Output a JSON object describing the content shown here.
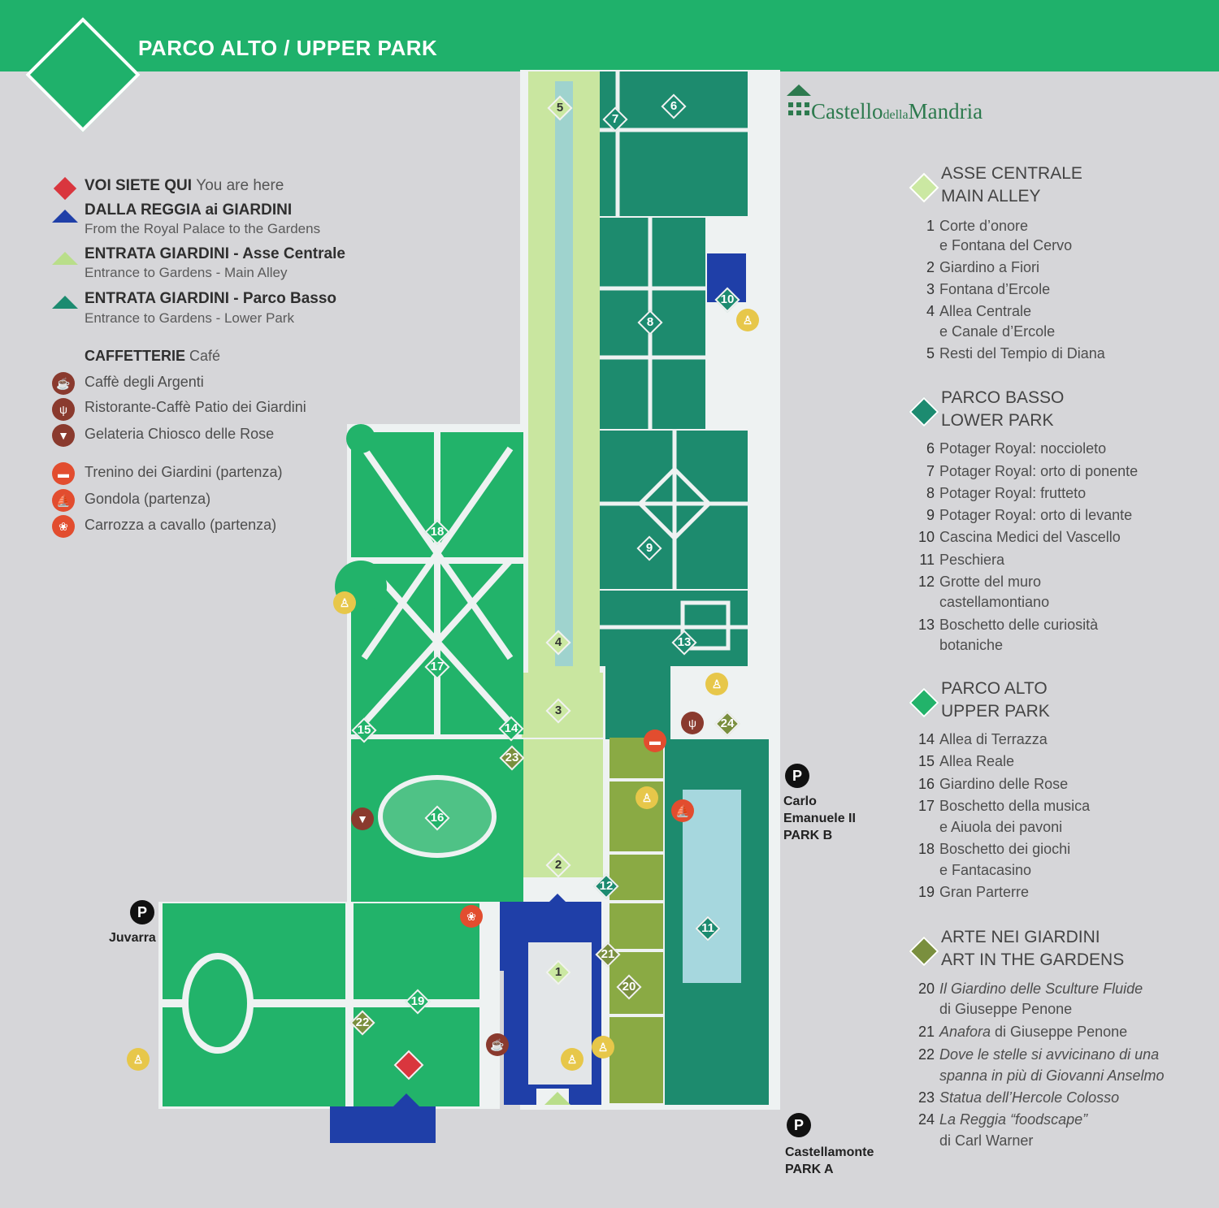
{
  "header": {
    "title": "PARCO ALTO / UPPER PARK"
  },
  "brand": {
    "name_a": "Castello",
    "name_b": "della",
    "name_c": "Mandria"
  },
  "legend": {
    "here_main": "VOI SIETE QUI",
    "here_en": "You are here",
    "reggia_main": "DALLA REGGIA ai GIARDINI",
    "reggia_sub": "From the Royal Palace to the Gardens",
    "asse_main": "ENTRATA GIARDINI - Asse Centrale",
    "asse_sub": "Entrance to Gardens - Main Alley",
    "basso_main": "ENTRATA GIARDINI - Parco Basso",
    "basso_sub": "Entrance to Gardens - Lower Park",
    "cafe_main": "CAFFETTERIE",
    "cafe_en": "Café",
    "cafe_items": [
      "Caffè degli Argenti",
      "Ristorante-Caffè Patio dei Giardini",
      "Gelateria Chiosco delle Rose"
    ],
    "transport_items": [
      "Trenino dei Giardini (partenza)",
      "Gondola (partenza)",
      "Carrozza a cavallo (partenza)"
    ],
    "colors": {
      "here": "#d9363e",
      "reggia": "#1f3fa8",
      "asse": "#b9de8a",
      "basso": "#1c8b70",
      "cafe": "#8a3a2e",
      "transport": "#e24d2f"
    }
  },
  "sections": [
    {
      "title1": "ASSE CENTRALE",
      "title2": "MAIN ALLEY",
      "color": "#cbe8a2",
      "items": [
        {
          "n": "1",
          "l1": "Corte d’onore",
          "l2": "e Fontana del Cervo"
        },
        {
          "n": "2",
          "l1": "Giardino a Fiori"
        },
        {
          "n": "3",
          "l1": "Fontana d’Ercole"
        },
        {
          "n": "4",
          "l1": "Allea Centrale",
          "l2": "e Canale d’Ercole"
        },
        {
          "n": "5",
          "l1": "Resti del Tempio di Diana"
        }
      ]
    },
    {
      "title1": "PARCO BASSO",
      "title2": "LOWER PARK",
      "color": "#1c8b70",
      "items": [
        {
          "n": "6",
          "l1": "Potager Royal: noccioleto"
        },
        {
          "n": "7",
          "l1": "Potager Royal: orto di ponente"
        },
        {
          "n": "8",
          "l1": "Potager Royal: frutteto"
        },
        {
          "n": "9",
          "l1": "Potager Royal: orto di levante"
        },
        {
          "n": "10",
          "l1": "Cascina Medici del Vascello"
        },
        {
          "n": "11",
          "l1": "Peschiera"
        },
        {
          "n": "12",
          "l1": "Grotte del muro",
          "l2": "castellamontiano"
        },
        {
          "n": "13",
          "l1": "Boschetto delle curiosità",
          "l2": "botaniche"
        }
      ]
    },
    {
      "title1": "PARCO ALTO",
      "title2": "UPPER PARK",
      "color": "#22b36a",
      "items": [
        {
          "n": "14",
          "l1": "Allea di Terrazza"
        },
        {
          "n": "15",
          "l1": "Allea Reale"
        },
        {
          "n": "16",
          "l1": "Giardino delle Rose"
        },
        {
          "n": "17",
          "l1": "Boschetto della musica",
          "l2": "e Aiuola dei pavoni"
        },
        {
          "n": "18",
          "l1": "Boschetto dei giochi",
          "l2": "e Fantacasino"
        },
        {
          "n": "19",
          "l1": "Gran Parterre"
        }
      ]
    },
    {
      "title1": "ARTE NEI GIARDINI",
      "title2": "ART IN THE GARDENS",
      "color": "#7a8f3e",
      "items": [
        {
          "n": "20",
          "l1": "Il Giardino delle Sculture Fluide",
          "l2": "di Giuseppe Penone",
          "it1": true
        },
        {
          "n": "21",
          "l1a": "Anafora",
          "l1b": " di Giuseppe Penone"
        },
        {
          "n": "22",
          "l1": "Dove le stelle si avvicinano di una",
          "l2": "spanna in più di Giovanni Anselmo",
          "it1": true,
          "it2": true
        },
        {
          "n": "23",
          "l1": "Statua dell’Hercole Colosso",
          "it1": true
        },
        {
          "n": "24",
          "l1a": "La Reggia “foodscape”",
          "l2": "di Carl Warner"
        }
      ]
    }
  ],
  "parking": {
    "juvarra": "Juvarra",
    "carlo_1": "Carlo",
    "carlo_2": "Emanuele II",
    "carlo_3": "PARK B",
    "castellamonte_1": "Castellamonte",
    "castellamonte_2": "PARK A",
    "p_symbol": "P"
  },
  "markers": [
    "1",
    "2",
    "3",
    "4",
    "5",
    "6",
    "7",
    "8",
    "9",
    "10",
    "11",
    "12",
    "13",
    "14",
    "15",
    "16",
    "17",
    "18",
    "19",
    "20",
    "21",
    "22",
    "23",
    "24"
  ]
}
